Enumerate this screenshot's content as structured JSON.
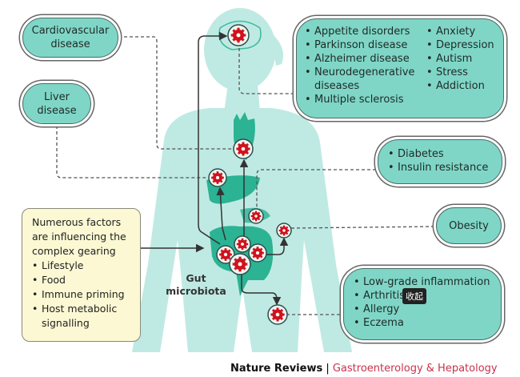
{
  "colors": {
    "body": "#bfeae3",
    "organ": "#2bb394",
    "bubble": "#7fd6c6",
    "gear": "#d0121b",
    "factors_bg": "#fbf8d3",
    "journal": "#c8324a"
  },
  "boxes": {
    "cardiovascular": "Cardiovascular disease",
    "liver": "Liver disease",
    "brain_left": [
      "Appetite disorders",
      "Parkinson disease",
      "Alzheimer disease",
      "Neurodegenerative diseases",
      "Multiple sclerosis"
    ],
    "brain_right": [
      "Anxiety",
      "Depression",
      "Autism",
      "Stress",
      "Addiction"
    ],
    "metabolic": [
      "Diabetes",
      "Insulin resistance"
    ],
    "obesity": "Obesity",
    "immune": [
      "Low-grade inflammation",
      "Arthritis",
      "Allergy",
      "Eczema"
    ]
  },
  "factors": {
    "intro": "Numerous factors are influencing the complex gearing",
    "items": [
      "Lifestyle",
      "Food",
      "Immune priming",
      "Host metabolic signalling"
    ]
  },
  "gut_label": "Gut microbiota",
  "tooltip": "收起",
  "footer": {
    "publisher": "Nature Reviews",
    "separator": " | ",
    "journal": "Gastroenterology & Hepatology"
  }
}
